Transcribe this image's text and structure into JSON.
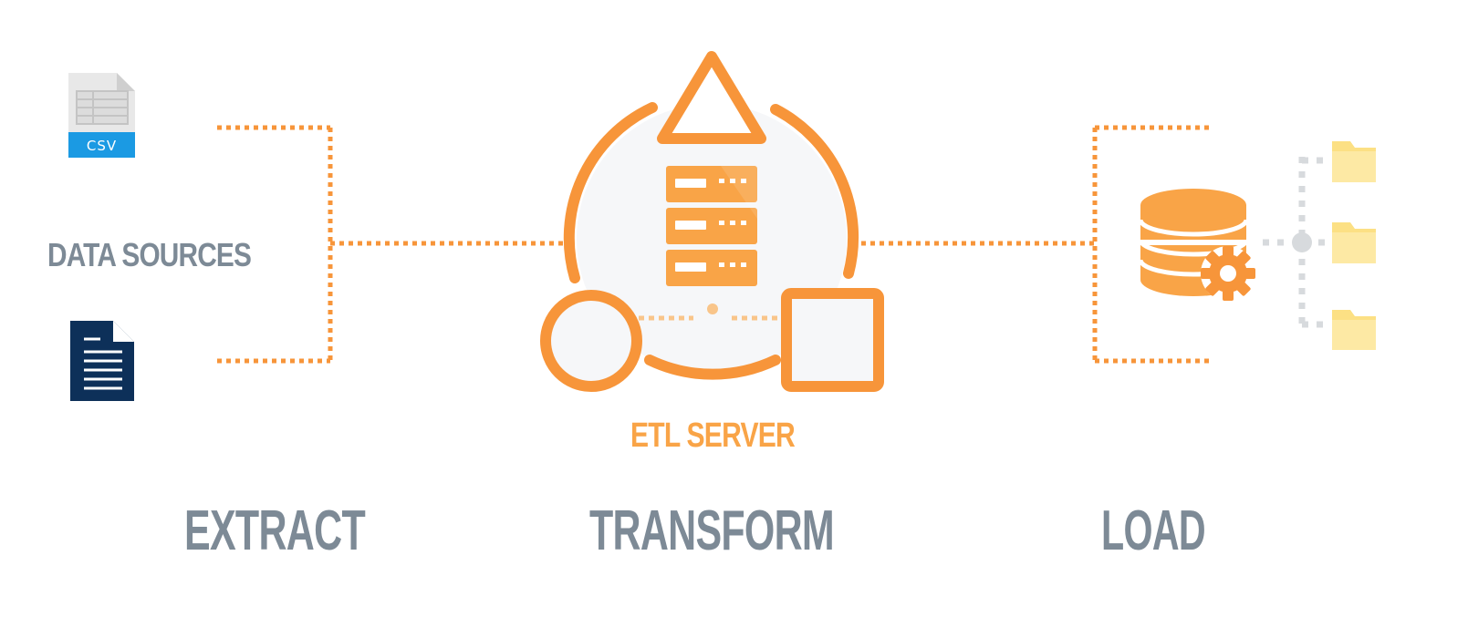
{
  "diagram": {
    "stages": {
      "extract": "EXTRACT",
      "transform": "TRANSFORM",
      "load": "LOAD"
    },
    "sources_label": "DATA SOURCES",
    "server_label": "ETL SERVER",
    "csv_tag": "CSV"
  },
  "colors": {
    "orange": "#f7953a",
    "light_orange": "#f9a447",
    "label_grey": "#7d8a96",
    "navy": "#0d3059",
    "csv_blue": "#1b9ae3",
    "folder_yellow": "#fce084"
  },
  "icons": [
    "csv-file-icon",
    "document-icon",
    "triangle-icon",
    "server-icon",
    "circle-icon",
    "square-icon",
    "database-gear-icon",
    "folder-icon"
  ]
}
